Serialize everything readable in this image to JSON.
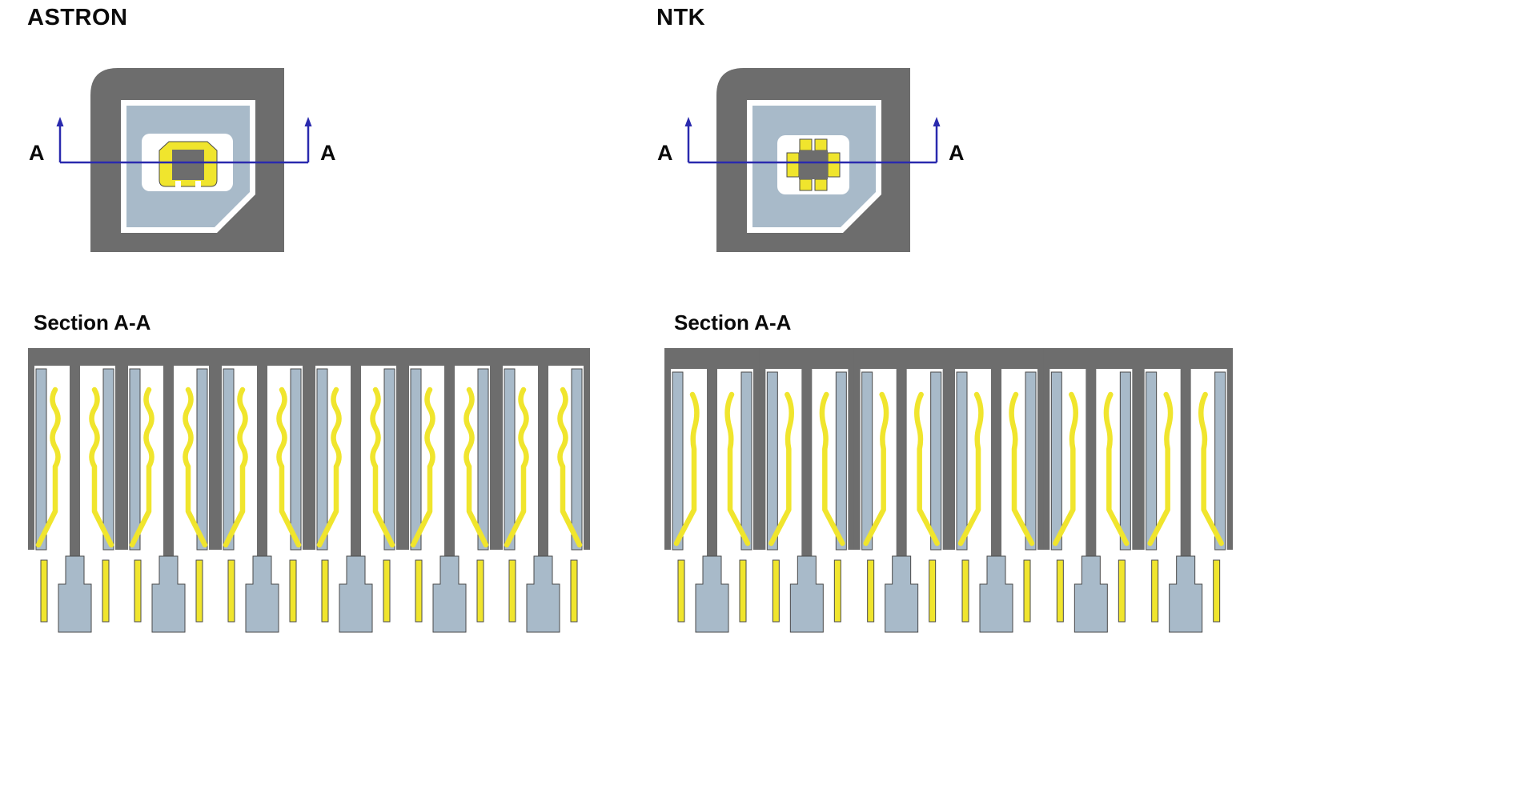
{
  "panels": [
    {
      "title": "ASTRON",
      "section_label": "Section A-A",
      "cut_left": "A",
      "cut_right": "A"
    },
    {
      "title": "NTK",
      "section_label": "Section A-A",
      "cut_left": "A",
      "cut_right": "A"
    }
  ],
  "colors": {
    "housing-gray": "#6d6d6d",
    "pin-blue": "#a8bac9",
    "contact-yellow": "#f0e52d",
    "section-line": "#2a2aae",
    "outline-dark": "#4a4a4a",
    "bg": "#ffffff"
  }
}
